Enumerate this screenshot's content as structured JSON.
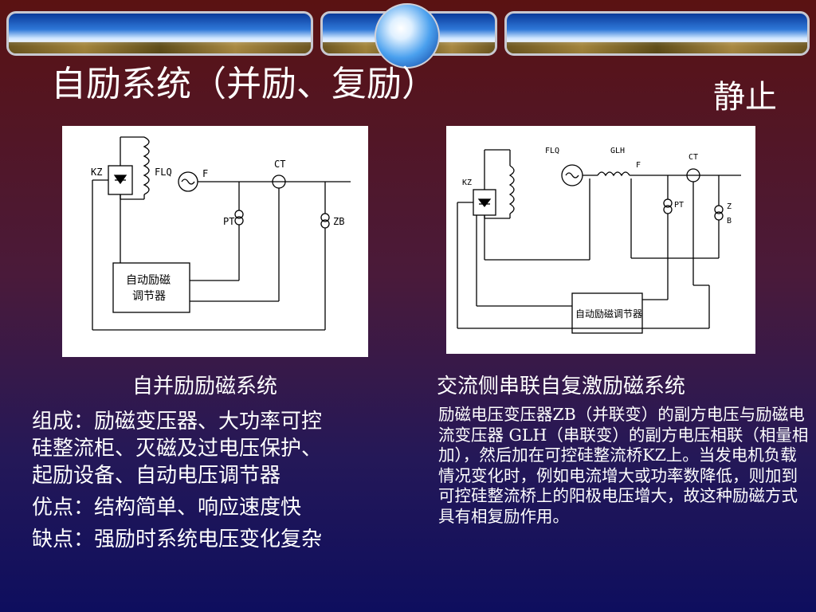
{
  "title": "自励系统（并励、复励）",
  "corner_label": "静止",
  "diagram1": {
    "labels": {
      "kz": "KZ",
      "flq": "FLQ",
      "f": "F",
      "ct": "CT",
      "pt": "PT",
      "zb": "ZB"
    },
    "regulator_line1": "自动励磁",
    "regulator_line2": "调节器",
    "caption": "自并励励磁系统"
  },
  "diagram2": {
    "labels": {
      "kz": "KZ",
      "flq": "FLQ",
      "glh": "GLH",
      "f": "F",
      "ct": "CT",
      "pt": "PT",
      "z": "Z",
      "b": "B"
    },
    "regulator": "自动励磁调节器",
    "caption": "交流侧串联自复激励磁系统"
  },
  "left": {
    "composition_line1": "组成：励磁变压器、大功率可控",
    "composition_line2": "硅整流柜、灭磁及过电压保护、",
    "composition_line3": "起励设备、自动电压调节器",
    "advantages": "优点：结构简单、响应速度快",
    "disadvantages": "缺点：强励时系统电压变化复杂"
  },
  "right": {
    "description": "励磁电压变压器ZB（并联变）的副方电压与励磁电流变压器 GLH（串联变）的副方电压相联（相量相加），然后加在可控硅整流桥KZ上。当发电机负载情况变化时，例如电流增大或功率数降低，则加到可控硅整流桥上的阳极电压增大，故这种励磁方式具有相复励作用。"
  }
}
